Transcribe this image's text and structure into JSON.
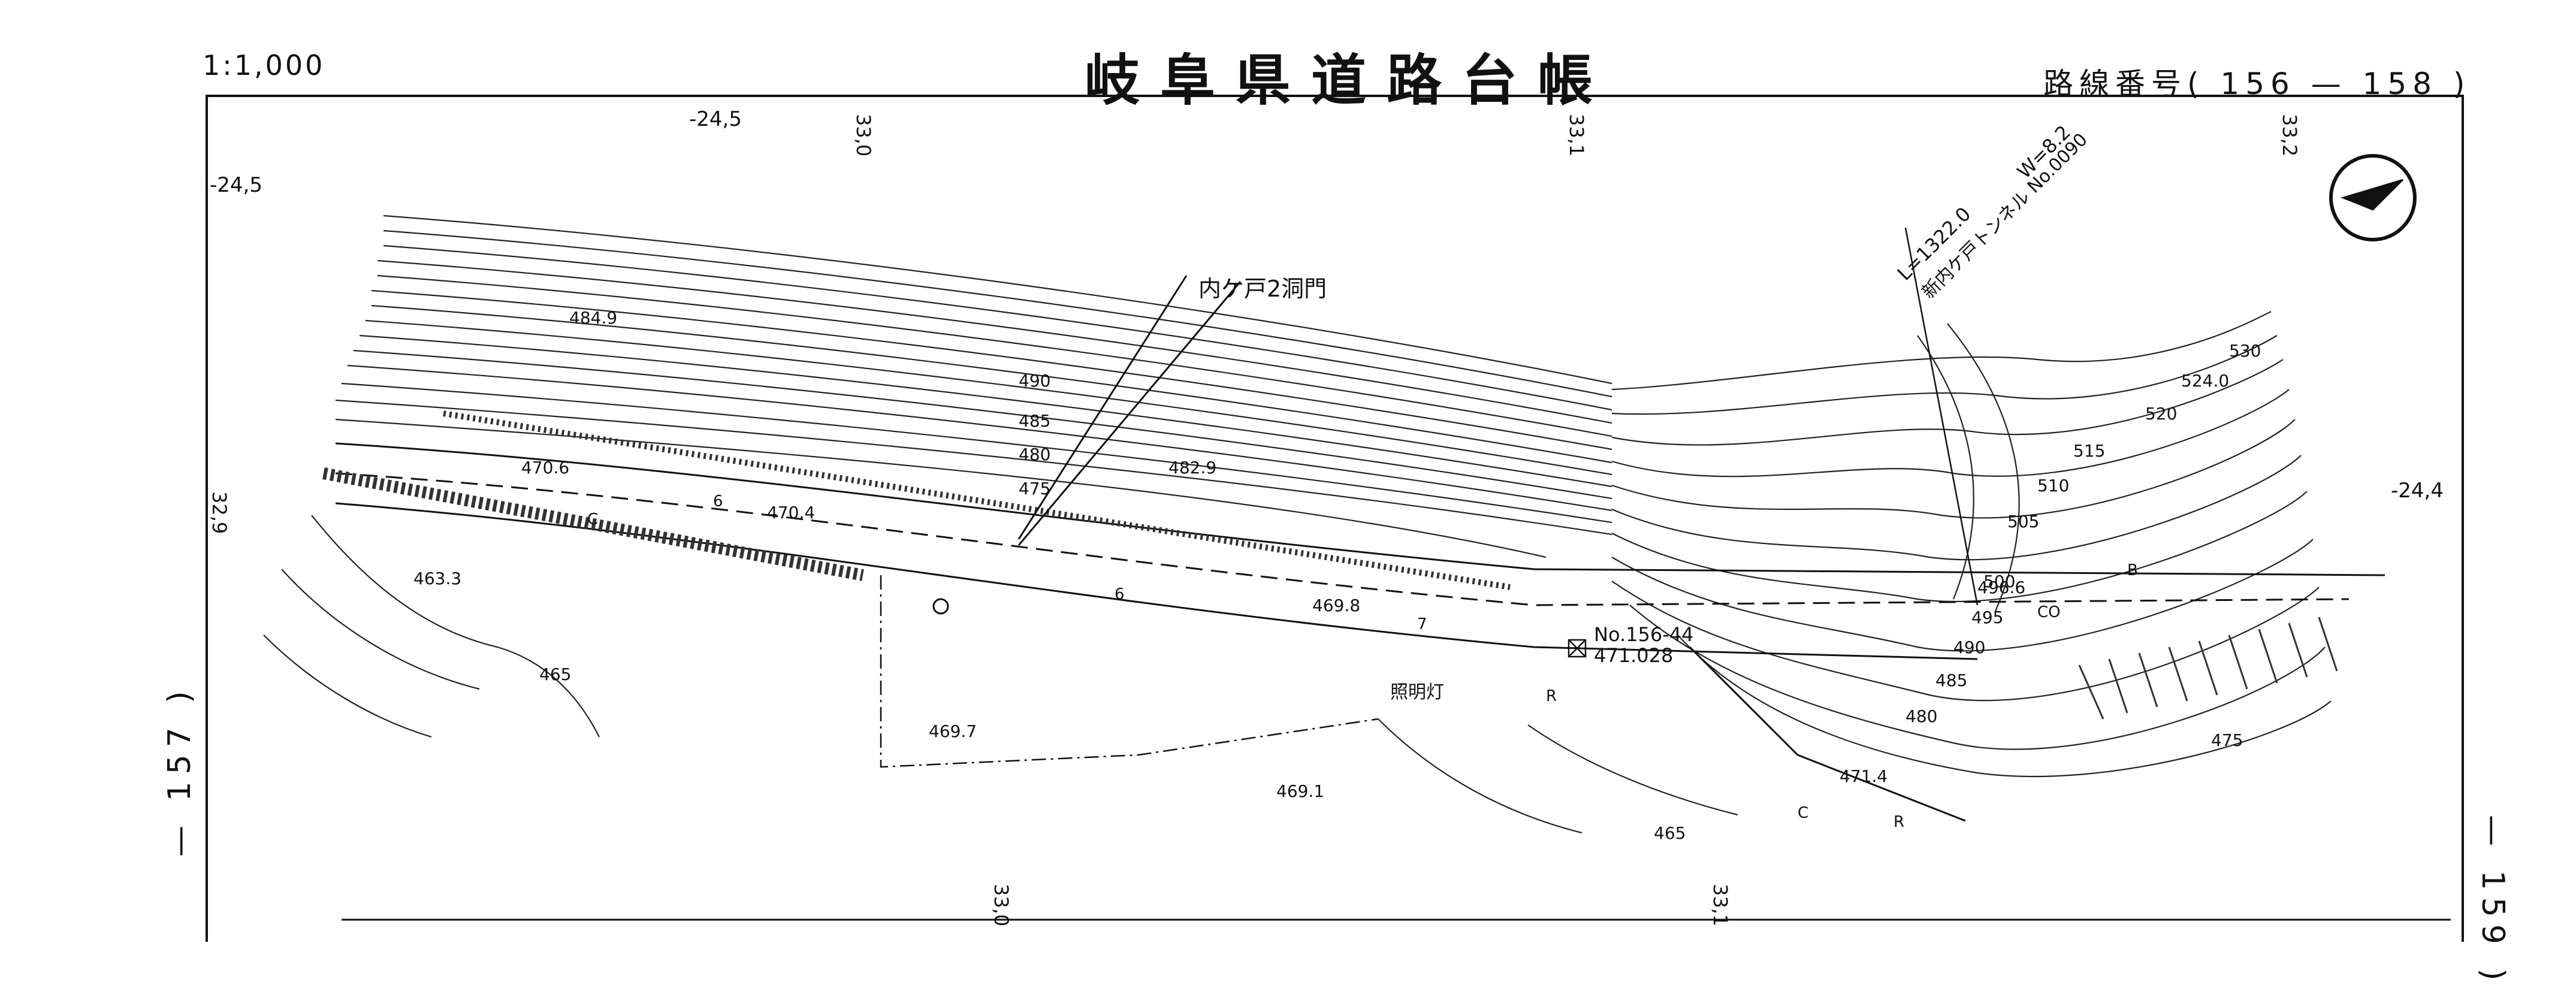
{
  "header": {
    "scale": "1:1,000",
    "title": "岐阜県道路台帳",
    "route_number": "路線番号( 156 — 158 )"
  },
  "margins": {
    "left_sheet": "— 157 )",
    "right_sheet": "— 159 )"
  },
  "map": {
    "feature_label": "内ケ戸2洞門",
    "tunnel_label": "新内ケ戸トンネル No.0090",
    "tunnel_length": "L=1322.0",
    "tunnel_width": "W=8.2",
    "station_no": "No.156-44",
    "station_elev": "471.028",
    "light_label": "照明灯",
    "grid_values": [
      "-24,5",
      "-24,5",
      "33,0",
      "33,1",
      "33,2",
      "32,9",
      "-24,4",
      "33,0",
      "33,1"
    ],
    "elevations": [
      "484.9",
      "482.9",
      "470.6",
      "470.4",
      "463.3",
      "469.8",
      "469.7",
      "469.1",
      "471.4",
      "524.0",
      "496.6"
    ],
    "contours": [
      "490",
      "485",
      "480",
      "475",
      "465",
      "530",
      "520",
      "515",
      "510",
      "505",
      "500",
      "495",
      "490",
      "485",
      "480",
      "475",
      "465"
    ],
    "road_marks": [
      "C",
      "6",
      "7",
      "R",
      "R",
      "C",
      "CO",
      "B",
      "6"
    ]
  }
}
